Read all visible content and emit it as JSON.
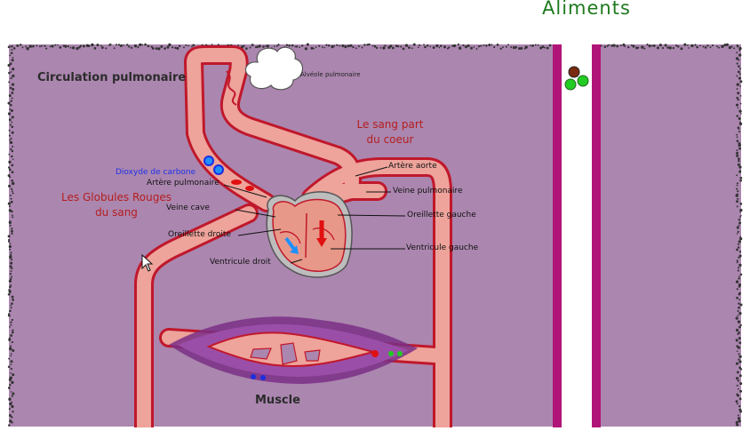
{
  "colors": {
    "background_panel": "#ab86af",
    "vessel_fill": "#eea39b",
    "vessel_edge": "#c0182b",
    "heart_fill": "#e89888",
    "tube_magenta": "#b01478",
    "muscle_purple": "#7a2f86",
    "co2_blue": "#1b2fe0",
    "oxygen_red": "#e01010",
    "nutrient_green": "#22cc22",
    "nutrient_brown": "#7a2a10",
    "green_title": "#1f7a1f"
  },
  "labels": {
    "aliments": "Aliments",
    "circulation_pulmonaire": "Circulation pulmonaire",
    "alveole_pulmonaire": "Alvéole pulmonaire",
    "le_sang_part_line1": "Le sang part",
    "le_sang_part_line2": "du coeur",
    "dioxyde_de_carbone": "Dioxyde de carbone",
    "artere_pulmonaire": "Artère pulmonaire",
    "artere_aorte": "Artère aorte",
    "veine_pulmonaire": "Veine pulmonaire",
    "veine_cave": "Veine cave",
    "oreillette_gauche": "Oreillette gauche",
    "oreillette_droite": "Oreillette droite",
    "ventricule_gauche": "Ventricule gauche",
    "ventricule_droit": "Ventricule droit",
    "globules_line1": "Les Globules Rouges",
    "globules_line2": "du sang",
    "muscle": "Muscle"
  }
}
